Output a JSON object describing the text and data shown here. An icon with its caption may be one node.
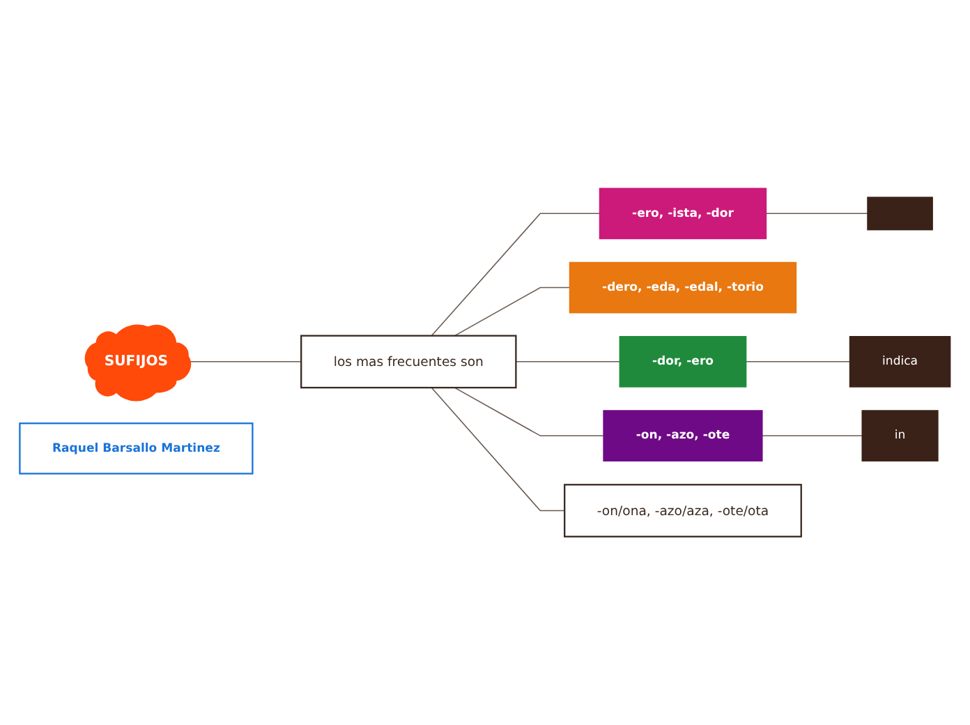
{
  "diagram": {
    "nodes": [
      {
        "text": [
          "SUFIJOS"
        ]
      },
      {
        "text": [
          "los mas frecuentes son"
        ]
      },
      {
        "text": [
          "-ero, -ista, -dor"
        ]
      },
      {
        "text": [
          "-dero, -eda, -edal, -torio"
        ]
      },
      {
        "text": [
          "-dor, -ero"
        ]
      },
      {
        "text": [
          "-on, -azo, -ote"
        ]
      },
      {
        "text": [
          "-on/ona, -azo/aza, -ote/ota"
        ]
      },
      {
        "text": [],
        "shape": "box"
      },
      {
        "text": [
          "indica"
        ]
      },
      {
        "text": [
          "in"
        ]
      },
      {
        "text": [
          "Raquel Barsallo Martinez"
        ]
      }
    ],
    "edges": [
      {
        "from": 0,
        "to": 1,
        "arrow": "none"
      },
      {
        "from": 1,
        "to": 2,
        "arrow": "none"
      },
      {
        "from": 1,
        "to": 3,
        "arrow": "none"
      },
      {
        "from": 1,
        "to": 4,
        "arrow": "none"
      },
      {
        "from": 1,
        "to": 5,
        "arrow": "none"
      },
      {
        "from": 1,
        "to": 6,
        "arrow": "none"
      },
      {
        "from": 2,
        "to": 7,
        "arrow": "none"
      },
      {
        "from": 4,
        "to": 8,
        "arrow": "none"
      },
      {
        "from": 5,
        "to": 9,
        "arrow": "none"
      }
    ]
  }
}
